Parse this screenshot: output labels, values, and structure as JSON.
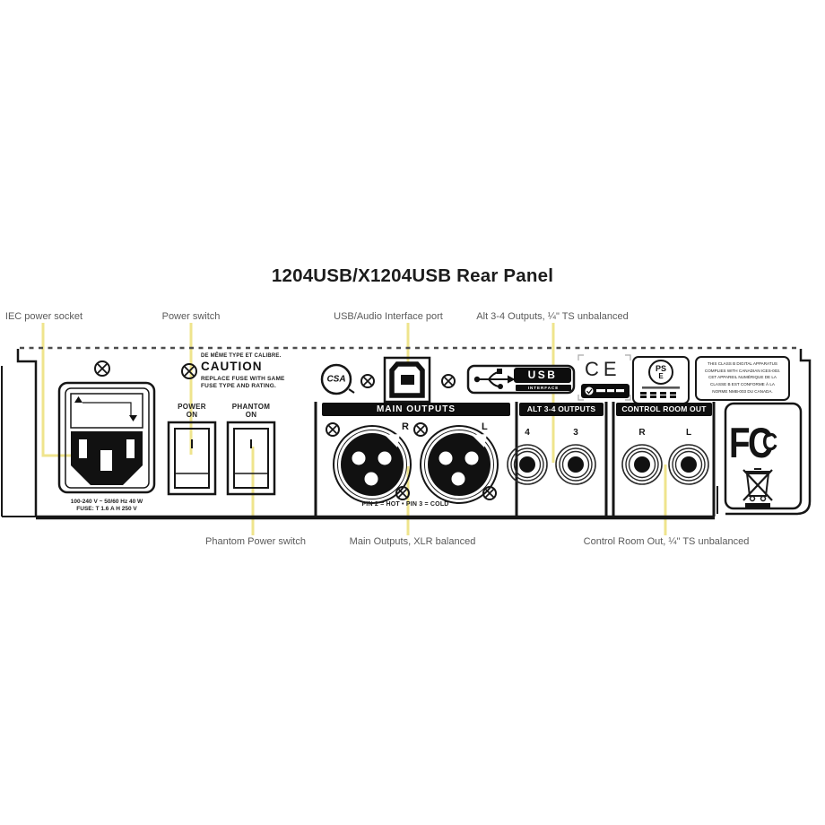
{
  "title": "1204USB/X1204USB Rear Panel",
  "accent_color": "#efe48d",
  "callouts": {
    "top": [
      {
        "label": "IEC power socket"
      },
      {
        "label": "Power switch"
      },
      {
        "label": "USB/Audio Interface port"
      },
      {
        "label": "Alt 3-4 Outputs, ¼\" TS unbalanced"
      }
    ],
    "bottom": [
      {
        "label": "Phantom Power switch"
      },
      {
        "label": "Main Outputs, XLR balanced"
      },
      {
        "label": "Control Room Out, ¼\" TS unbalanced"
      }
    ]
  },
  "panel": {
    "caution": {
      "small_top": "DE MÊME TYPE ET CALIBRE.",
      "title": "CAUTION",
      "line1": "REPLACE FUSE WITH SAME",
      "line2": "FUSE TYPE AND RATING."
    },
    "power_rating": {
      "line1": "100-240 V ~ 50/60 Hz 40 W",
      "line2": "FUSE: T 1.6 A H 250 V"
    },
    "switches": {
      "power_line1": "POWER",
      "power_line2": "ON",
      "phantom_line1": "PHANTOM",
      "phantom_line2": "ON"
    },
    "marks": {
      "csa": "CSA",
      "ce": "CE",
      "pse_ps": "PS",
      "pse_e": "E",
      "fcc_f": "F",
      "fcc_c_outer": "C",
      "fcc_c_inner": "C",
      "usb_logo": "USB",
      "usb_interface": "INTERFACE",
      "ices_lines": [
        "THIS CLASS B DIGITAL APPARATUS",
        "COMPLIES WITH CANADIAN ICES-003.",
        "CET APPAREIL NUMÉRIQUE DE LA",
        "CLASSE B EST CONFORME À LA",
        "NORME NMB-003 DU CANADA."
      ]
    },
    "sections": {
      "main_outputs": {
        "header": "MAIN OUTPUTS",
        "right_jack": "R",
        "left_jack": "L",
        "pin_note": "PIN 2 = HOT • PIN 3 = COLD"
      },
      "alt_outputs": {
        "header": "ALT 3-4 OUTPUTS",
        "jack_a": "4",
        "jack_b": "3"
      },
      "control_room": {
        "header": "CONTROL ROOM OUT",
        "jack_a": "R",
        "jack_b": "L"
      }
    }
  }
}
